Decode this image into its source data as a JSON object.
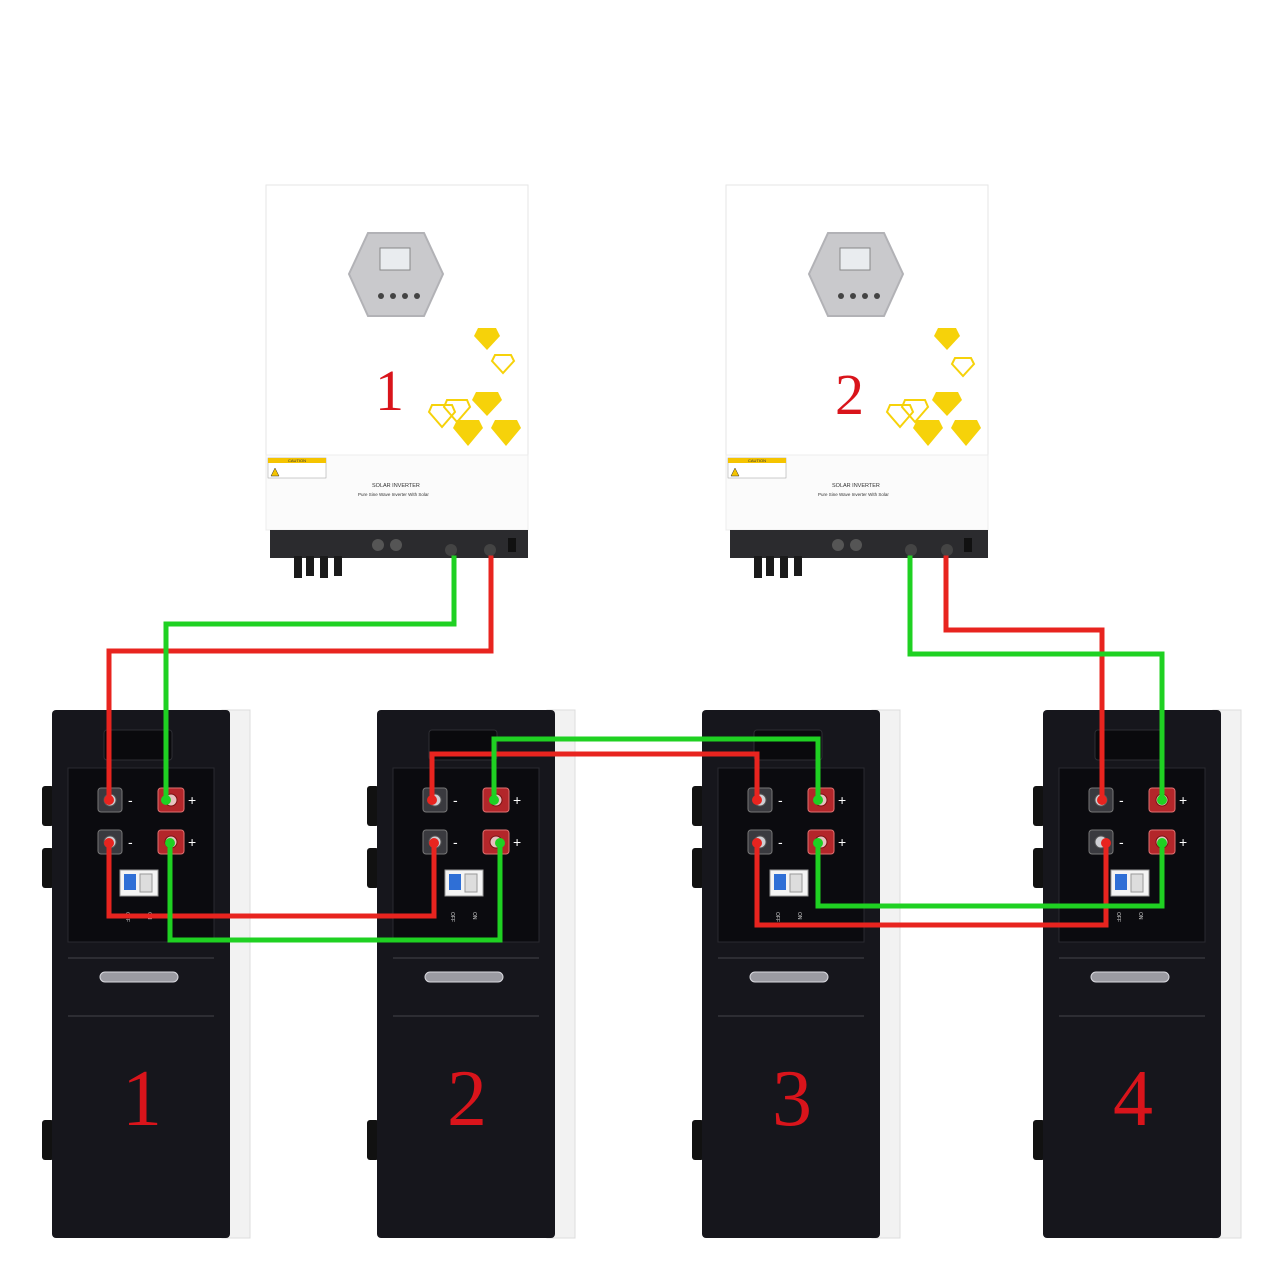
{
  "inverters": [
    {
      "number": "1",
      "caution": "CAUTION",
      "product_title": "SOLAR INVERTER",
      "product_subtitle": "Pure Sine Wave Inverter With Solar"
    },
    {
      "number": "2",
      "caution": "CAUTION",
      "product_title": "SOLAR INVERTER",
      "product_subtitle": "Pure Sine Wave Inverter With Solar"
    }
  ],
  "batteries": [
    {
      "number": "1",
      "minus": "-",
      "plus": "+",
      "breaker_off": "OFF",
      "breaker_on": "ON"
    },
    {
      "number": "2",
      "minus": "-",
      "plus": "+",
      "breaker_off": "OFF",
      "breaker_on": "ON"
    },
    {
      "number": "3",
      "minus": "-",
      "plus": "+",
      "breaker_off": "OFF",
      "breaker_on": "ON"
    },
    {
      "number": "4",
      "minus": "-",
      "plus": "+",
      "breaker_off": "OFF",
      "breaker_on": "ON"
    }
  ],
  "wire_colors": {
    "negative": "#e8241f",
    "positive": "#1fd122"
  },
  "colors": {
    "battery_body": "#16161c",
    "battery_panel": "#0b0b0f",
    "battery_side": "#f2f2f2",
    "inverter_body": "#ffffff",
    "inverter_base": "#2b2b2e",
    "diamond": "#f6d20a",
    "label_red": "#d9141b",
    "terminal_negative": "#3a3a3f",
    "terminal_positive": "#b3262a"
  },
  "icons": [
    "inverter-lcd-icon",
    "diamond-decoration-icon",
    "caution-label-icon",
    "battery-terminal-icon",
    "circuit-breaker-icon",
    "handle-icon"
  ]
}
